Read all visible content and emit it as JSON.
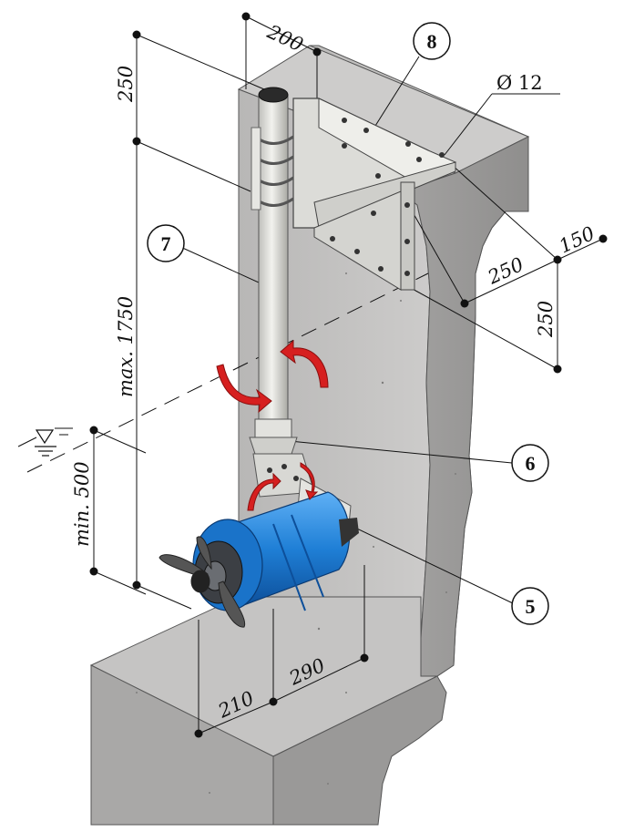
{
  "dimensions": {
    "d200": "200",
    "d250_top": "250",
    "d_max1750": "max. 1750",
    "d_min500": "min. 500",
    "d_dia12": "Ø 12",
    "d150": "150",
    "d250_right_a": "250",
    "d250_right_b": "250",
    "d290": "290",
    "d210": "210"
  },
  "callouts": {
    "c8": "8",
    "c7": "7",
    "c6": "6",
    "c5": "5"
  },
  "colors": {
    "concrete": "#bdbcbb",
    "concrete_dark": "#9e9d9c",
    "steel": "#d9d9d6",
    "motor_blue": "#1f7fd6",
    "arrow_red": "#d61f1f"
  }
}
